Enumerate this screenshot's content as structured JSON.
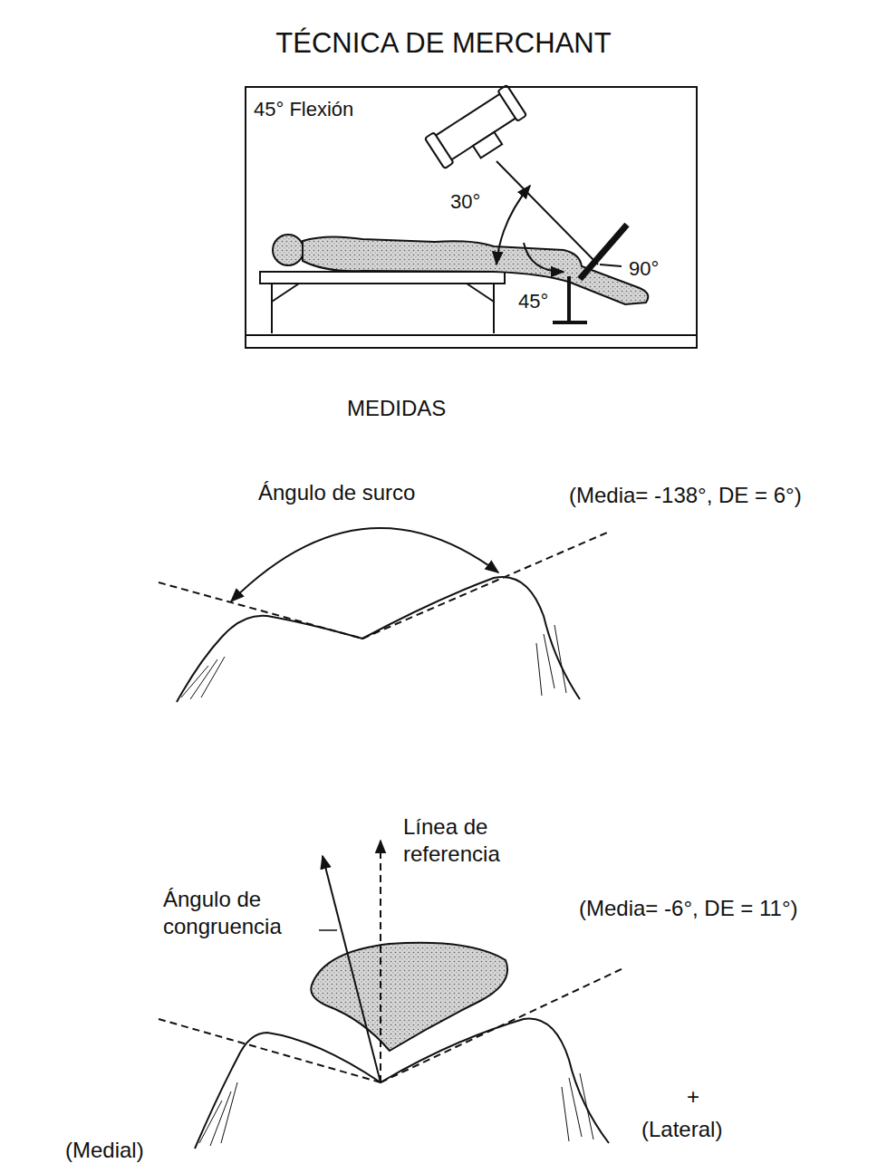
{
  "diagram": {
    "title": "TÉCNICA DE MERCHANT",
    "nodes": [
      {
        "text": [
          "45° Flexión",
          "30°",
          "90°",
          "45°"
        ]
      }
    ],
    "labels": [
      "MEDIDAS",
      "Ángulo de surco",
      "(Media= -138°, DE = 6°)",
      "Línea de referencia",
      "Ángulo de congruencia",
      "(Media= -6°, DE = 11°)",
      "+",
      "(Lateral)",
      "(Medial)"
    ]
  }
}
